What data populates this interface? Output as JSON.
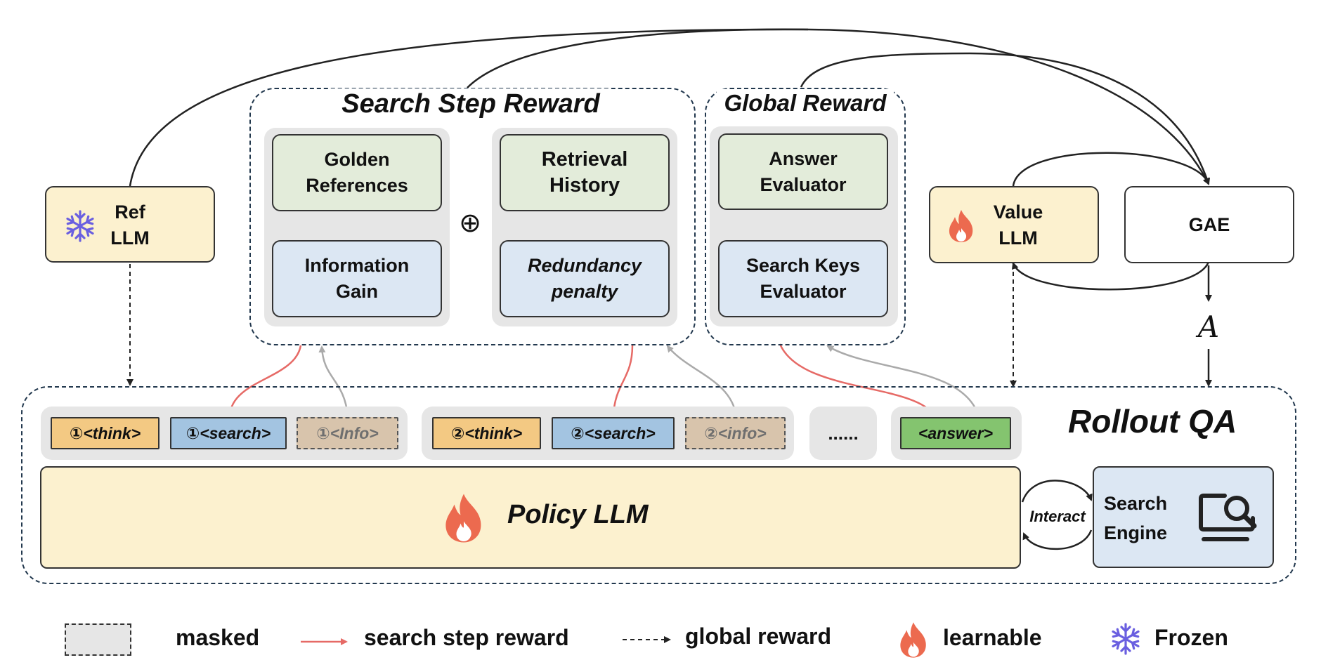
{
  "search_step_reward": {
    "title": "Search Step Reward",
    "golden_references": "Golden References",
    "information_gain": "Information Gain",
    "oplus": "⊕",
    "retrieval_history": "Retrieval History",
    "redundancy_penalty": "Redundancy penalty"
  },
  "global_reward": {
    "title": "Global Reward",
    "answer_evaluator": "Answer Evaluator",
    "search_keys_evaluator": "Search Keys Evaluator"
  },
  "ref_llm": {
    "label": "Ref LLM",
    "icon": "snowflake-icon"
  },
  "value_llm": {
    "label": "Value LLM",
    "icon": "flame-icon"
  },
  "gae": {
    "label": "GAE",
    "output": "A"
  },
  "rollout": {
    "title": "Rollout QA",
    "tokens_group1": [
      "①<think>",
      "①<search>",
      "①<Info>"
    ],
    "tokens_group2": [
      "②<think>",
      "②<search>",
      "②<info>"
    ],
    "ellipsis": "......",
    "answer": "<answer>",
    "policy_llm": "Policy LLM",
    "interact": "Interact",
    "search_engine": "Search Engine"
  },
  "legend": {
    "masked": "masked",
    "search_step_reward": "search step reward",
    "global_reward": "global reward",
    "learnable": "learnable",
    "frozen": "Frozen"
  },
  "colors": {
    "search_step_arrow": "#e66a66",
    "feedback_arrow": "#aaaaaa",
    "flame": "#ec6a4f",
    "snowflake": "#6a5fe0"
  }
}
